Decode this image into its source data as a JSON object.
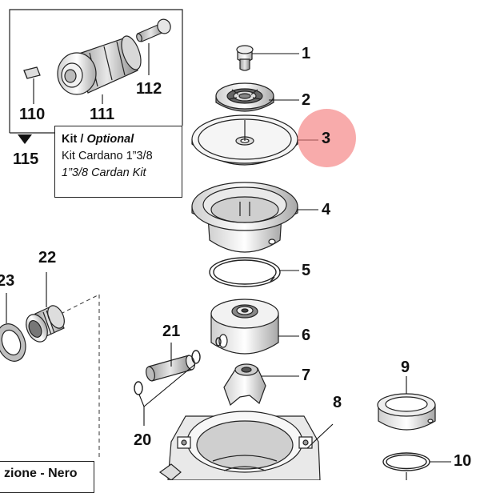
{
  "kit": {
    "title_bold": "Kit",
    "title_sep": " / ",
    "title_italic": "Optional",
    "line_it": "Kit Cardano 1”3/8",
    "line_en": "1”3/8 Cardan Kit"
  },
  "parts": [
    {
      "id": "p1",
      "label": "1"
    },
    {
      "id": "p2",
      "label": "2"
    },
    {
      "id": "p3",
      "label": "3",
      "highlighted": true
    },
    {
      "id": "p4",
      "label": "4"
    },
    {
      "id": "p5",
      "label": "5"
    },
    {
      "id": "p6",
      "label": "6"
    },
    {
      "id": "p7",
      "label": "7"
    },
    {
      "id": "p8",
      "label": "8"
    },
    {
      "id": "p9",
      "label": "9"
    },
    {
      "id": "p10",
      "label": "10"
    },
    {
      "id": "p20",
      "label": "20"
    },
    {
      "id": "p21",
      "label": "21"
    },
    {
      "id": "p22",
      "label": "22"
    },
    {
      "id": "p23",
      "label": "23"
    },
    {
      "id": "p110",
      "label": "110"
    },
    {
      "id": "p111",
      "label": "111"
    },
    {
      "id": "p112",
      "label": "112"
    },
    {
      "id": "p115",
      "label": "115"
    }
  ],
  "bottom_box_text": "zione - Nero",
  "colors": {
    "highlight": "#f47878",
    "line": "#1a1a1a"
  }
}
